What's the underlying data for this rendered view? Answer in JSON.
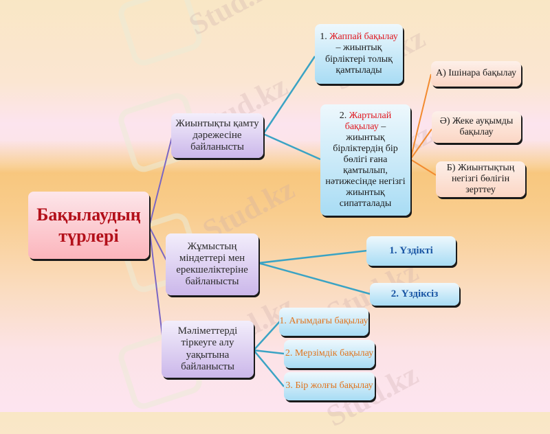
{
  "watermark": {
    "text": "Stud.kz"
  },
  "colors": {
    "root_text": "#b3101a",
    "highlight_red": "#e0161e",
    "blue_bold_text": "#1a56a4",
    "orange_text": "#e0741e",
    "connector_purple": "#7a66c4",
    "connector_blue": "#3aa3c4",
    "connector_orange": "#f28a2e"
  },
  "root": {
    "line1": "Бақылаудың",
    "line2": "түрлері"
  },
  "branches": [
    {
      "label": "Жиынтықты қамту дәрежесіне байланысты",
      "children": [
        {
          "num": "1. ",
          "term": "Жаппай бақылау",
          "rest": " – жиынтық бірліктері толық қамтылады"
        },
        {
          "num": "2. ",
          "term": "Жартылай бақылау",
          "rest": " – жиынтық бірліктердің бір бөлігі ғана қамтылып, нәтижесінде негізгі жиынтық сипатталады",
          "children": [
            {
              "label": "А) Ішінара бақылау"
            },
            {
              "label": "Ә) Жеке ауқымды бақылау"
            },
            {
              "label": "Б) Жиынтықтың негізгі бөлігін зерттеу"
            }
          ]
        }
      ]
    },
    {
      "label": "Жұмыстың міндеттері мен ерекшеліктеріне байланысты",
      "children": [
        {
          "label": "1. Үздікті"
        },
        {
          "label": "2. Үздіксіз"
        }
      ]
    },
    {
      "label": "Мәліметтерді тіркеуге алу уақытына байланысты",
      "children": [
        {
          "label": "1. Ағымдағы бақылау"
        },
        {
          "label": "2. Мерзімдік бақылау"
        },
        {
          "label": "3. Бір жолғы бақылау"
        }
      ]
    }
  ]
}
